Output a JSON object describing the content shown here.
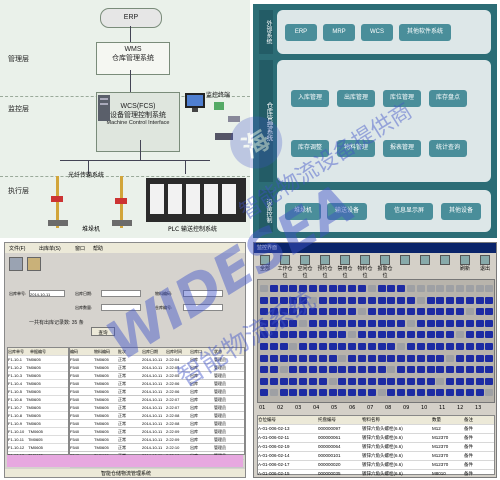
{
  "arch": {
    "layers": [
      "管理层",
      "监控层",
      "执行层"
    ],
    "erp": "ERP",
    "wms_line1": "WMS",
    "wms_line2": "仓库管理系统",
    "wcs_line1": "WCS(FCS)",
    "wcs_line2": "设备管理控制系统",
    "wcs_line3": "Machine Control Interface",
    "monitor_label": "监控终端",
    "fiber_label": "光纤传输系统",
    "stacker_label": "堆垛机",
    "plc_label": "PLC 输送控制系统"
  },
  "modules": {
    "side_top": "外部系统",
    "side_mid": "仓库管理系统",
    "side_bot": "设备控制",
    "row1": [
      "ERP",
      "MRP",
      "WCS",
      "其他软件系统"
    ],
    "row2": [
      "入库管理",
      "出库管理",
      "库位管理",
      "库存盘点"
    ],
    "row3": [
      "库存调整",
      "物料管理",
      "报表管理",
      "统计查询"
    ],
    "row4": [
      "堆垛机",
      "输送设备",
      "信息显示屏",
      "其他设备"
    ]
  },
  "inventory": {
    "menu": [
      "文件(F)",
      "出库单(S)",
      "窗口",
      "帮助"
    ],
    "field_labels": [
      "出库单号:",
      "出库日期:",
      "物料编码:",
      "出库数量:",
      "仓库编号:"
    ],
    "date_value": "2014-10-11",
    "summary": "一共有出库记录数: 35 条",
    "query_button": "查询",
    "left_header": [
      "出库单号",
      "单据编号"
    ],
    "left_rows": [
      [
        "F1-10-1",
        "TM0605"
      ],
      [
        "F1-10-2",
        "TM0605"
      ],
      [
        "F1-10-3",
        "TM0605"
      ],
      [
        "F1-10-4",
        "TM0605"
      ],
      [
        "F1-10-5",
        "TM0605"
      ],
      [
        "F1-10-6",
        "TM0605"
      ],
      [
        "F1-10-7",
        "TM0605"
      ],
      [
        "F1-10-8",
        "TM0605"
      ],
      [
        "F1-10-9",
        "TM0605"
      ],
      [
        "F1-10-10",
        "TM0605"
      ],
      [
        "F1-10-11",
        "TM0605"
      ],
      [
        "F1-10-12",
        "TM0605"
      ],
      [
        "F1-10-13",
        "TM0605"
      ]
    ],
    "grid_header": [
      "编码",
      "物料编码",
      "批次",
      "出库日期",
      "出库时间",
      "出库口",
      "状态"
    ],
    "grid_rows": [
      [
        "F540",
        "TM0605",
        "正常",
        "2014-10-11",
        "2:22:04",
        "出库",
        "管理员"
      ],
      [
        "F540",
        "TM0605",
        "正常",
        "2014-10-11",
        "2:22:05",
        "出库",
        "管理员"
      ],
      [
        "F540",
        "TM0605",
        "正常",
        "2014-10-11",
        "2:22:05",
        "出库",
        "管理员"
      ],
      [
        "F540",
        "TM0605",
        "正常",
        "2014-10-11",
        "2:22:06",
        "出库",
        "管理员"
      ],
      [
        "F540",
        "TM0605",
        "正常",
        "2014-10-11",
        "2:22:06",
        "出库",
        "管理员"
      ],
      [
        "F540",
        "TM0605",
        "正常",
        "2014-10-11",
        "2:22:07",
        "出库",
        "管理员"
      ],
      [
        "F540",
        "TM0605",
        "正常",
        "2014-10-11",
        "2:22:07",
        "出库",
        "管理员"
      ],
      [
        "F540",
        "TM0605",
        "正常",
        "2014-10-11",
        "2:22:08",
        "出库",
        "管理员"
      ],
      [
        "F540",
        "TM0605",
        "正常",
        "2014-10-11",
        "2:22:08",
        "出库",
        "管理员"
      ],
      [
        "F540",
        "TM0605",
        "正常",
        "2014-10-11",
        "2:22:09",
        "出库",
        "管理员"
      ],
      [
        "F540",
        "TM0605",
        "正常",
        "2014-10-11",
        "2:22:09",
        "出库",
        "管理员"
      ],
      [
        "F540",
        "TM0605",
        "正常",
        "2014-10-11",
        "2:22:10",
        "出库",
        "管理员"
      ],
      [
        "F540",
        "TM0605",
        "正常",
        "2014-10-11",
        "2:22:10",
        "出库",
        "管理员"
      ],
      [
        "F540",
        "TM0605",
        "正常",
        "2014-10-11",
        "2:22:11",
        "出库",
        "管理员"
      ]
    ],
    "status_bar": "智能仓储物流管理系统"
  },
  "rackmap": {
    "title": "监控界面",
    "toolbar": [
      "全部",
      "工作仓位",
      "空闲仓位",
      "预约仓位",
      "禁用仓位",
      "物料仓位",
      "报警仓位",
      "",
      "",
      "",
      "刷新",
      "退出"
    ],
    "column_numbers": [
      "01",
      "02",
      "03",
      "04",
      "05",
      "06",
      "07",
      "08",
      "09",
      "10",
      "11",
      "12",
      "13"
    ],
    "table_header": [
      "仓位编号",
      "托盘编号",
      "物料名称",
      "数量",
      "备注"
    ],
    "table_rows": [
      [
        "A-01-006-02-13",
        "000000097",
        "镀锌六角头螺栓(6.6)",
        "M12",
        "备件"
      ],
      [
        "A-01-006-02-11",
        "000000061",
        "镀锌六角头螺栓(6.6)",
        "M12370",
        "备件"
      ],
      [
        "A-01-006-02-19",
        "000000064",
        "镀锌六角头螺栓(6.6)",
        "M12370",
        "备件"
      ],
      [
        "A-01-006-02-14",
        "000000101",
        "镀锌六角头螺栓(6.6)",
        "M12370",
        "备件"
      ],
      [
        "A-01-006-02-17",
        "000000020",
        "镀锌六角头螺栓(6.6)",
        "M12370",
        "备件"
      ],
      [
        "A-01-006-02-15",
        "000000035",
        "镀锌六角头螺栓(6.6)",
        "M8010",
        "备件"
      ]
    ]
  },
  "watermark": {
    "logo": "WIDESEA",
    "brand": "智能物流系统",
    "brand2": "智能物流设备提供商",
    "badge": "海"
  },
  "colors": {
    "teal": "#2c6d76",
    "rack_full": "#1d2ba3",
    "rack_empty": "#9ea0a4",
    "watermark": "#3f53c8"
  }
}
